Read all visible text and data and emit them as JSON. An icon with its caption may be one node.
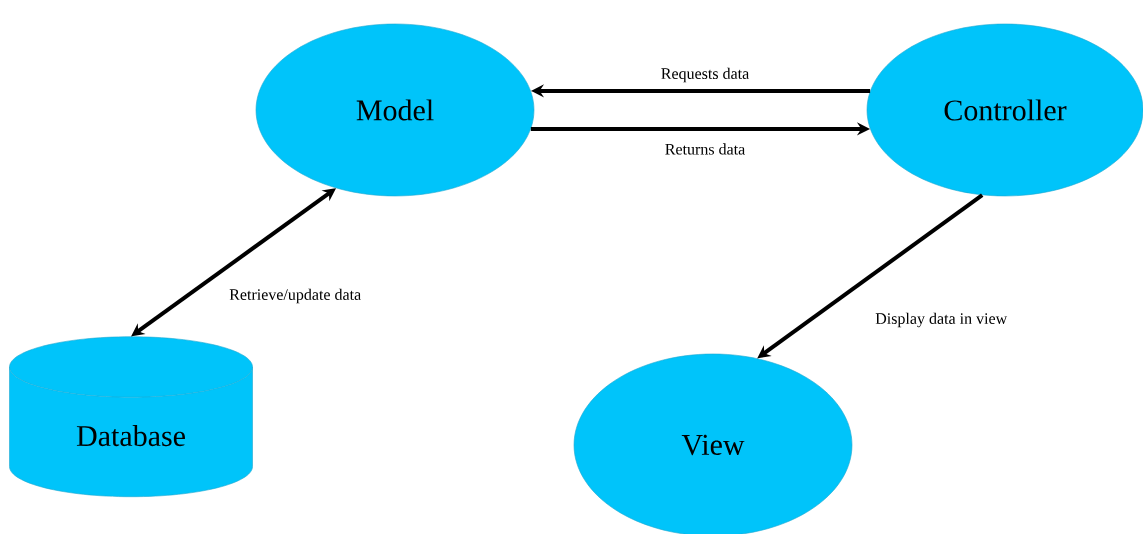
{
  "diagram": {
    "nodes": [
      {
        "text": [
          "Model"
        ]
      },
      {
        "text": [
          "Controller"
        ]
      },
      {
        "text": [
          "Database"
        ]
      },
      {
        "text": [
          "View"
        ]
      }
    ],
    "edges": [
      {
        "from": 1,
        "to": 0,
        "arrow": "to",
        "label": "Requests data"
      },
      {
        "from": 0,
        "to": 1,
        "arrow": "to",
        "label": "Returns data"
      },
      {
        "from": 0,
        "to": 2,
        "arrow": "both",
        "label": "Retrieve/update data"
      },
      {
        "from": 1,
        "to": 3,
        "arrow": "to",
        "label": "Display data in view"
      }
    ]
  }
}
